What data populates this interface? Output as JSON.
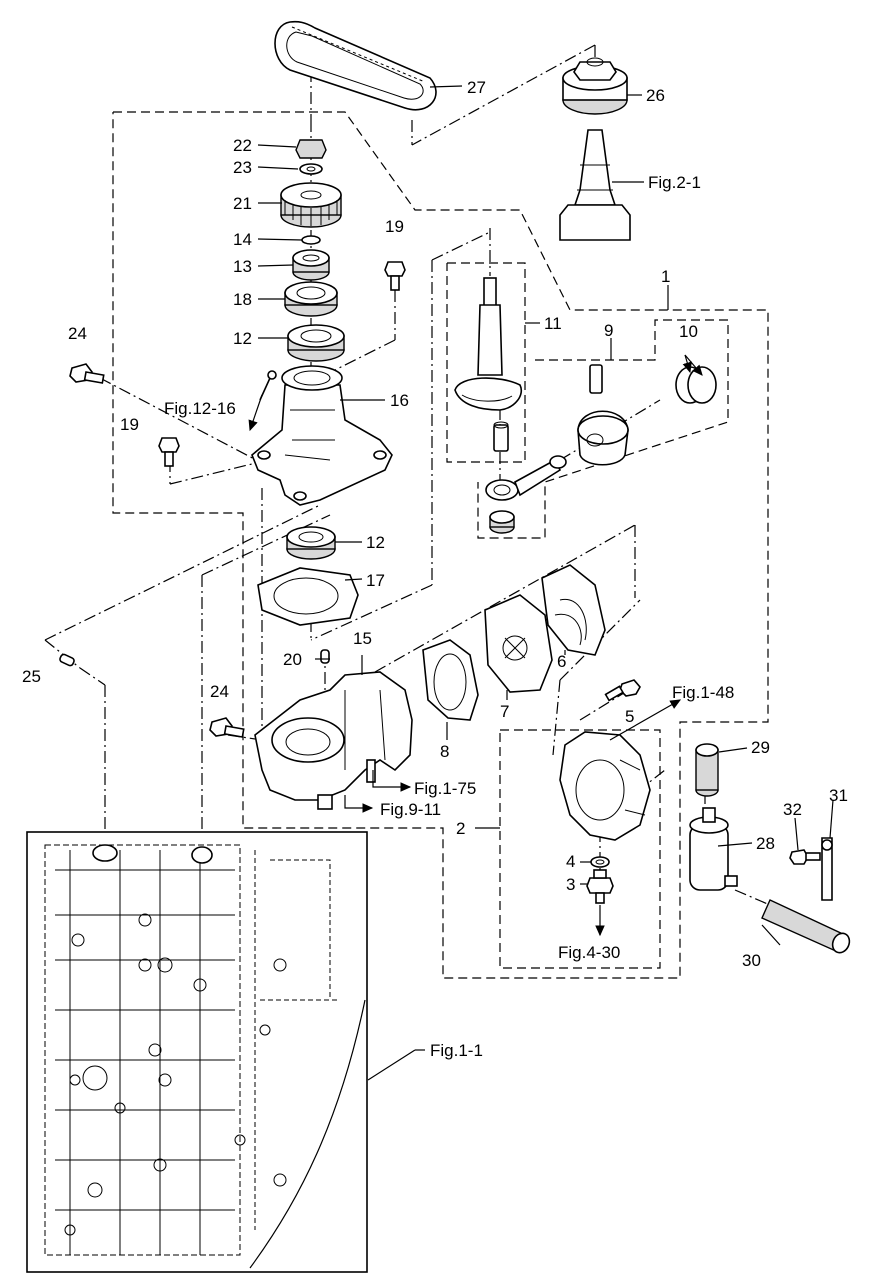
{
  "callouts": [
    "1",
    "2",
    "3",
    "4",
    "5",
    "6",
    "7",
    "8",
    "9",
    "10",
    "11",
    "12",
    "12",
    "13",
    "14",
    "15",
    "16",
    "17",
    "18",
    "19",
    "19",
    "20",
    "21",
    "22",
    "23",
    "24",
    "24",
    "25",
    "26",
    "27",
    "28",
    "29",
    "30",
    "31",
    "32"
  ],
  "refs": {
    "fig_2_1": "Fig.2-1",
    "fig_12_16": "Fig.12-16",
    "fig_1_48": "Fig.1-48",
    "fig_1_75": "Fig.1-75",
    "fig_9_11": "Fig.9-11",
    "fig_4_30": "Fig.4-30",
    "fig_1_1": "Fig.1-1"
  }
}
